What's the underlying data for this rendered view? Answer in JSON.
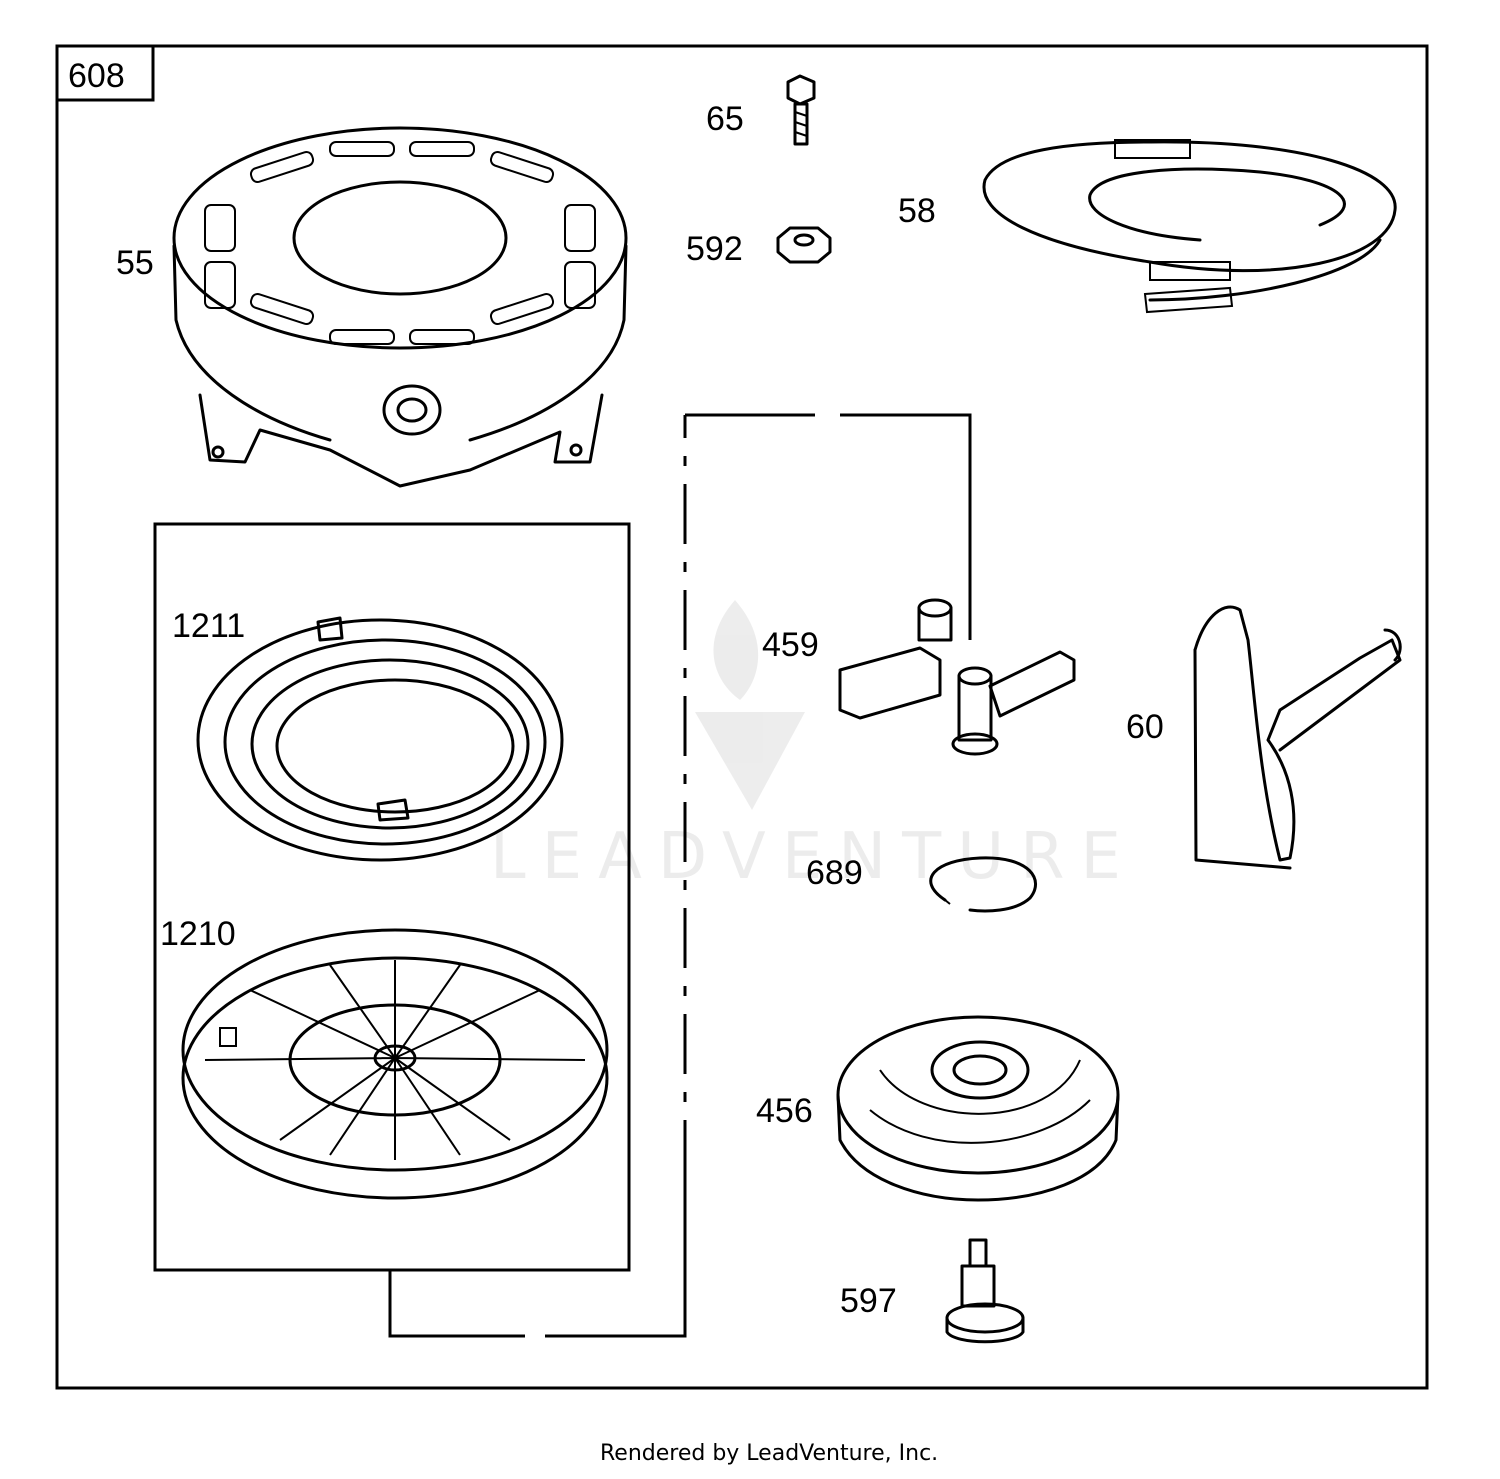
{
  "assembly_number": "608",
  "parts": [
    {
      "id": "55"
    },
    {
      "id": "65"
    },
    {
      "id": "592"
    },
    {
      "id": "58"
    },
    {
      "id": "1211"
    },
    {
      "id": "1210"
    },
    {
      "id": "459"
    },
    {
      "id": "60"
    },
    {
      "id": "689"
    },
    {
      "id": "456"
    },
    {
      "id": "597"
    }
  ],
  "watermark": "LEADVENTURE",
  "footer": "Rendered by LeadVenture, Inc."
}
